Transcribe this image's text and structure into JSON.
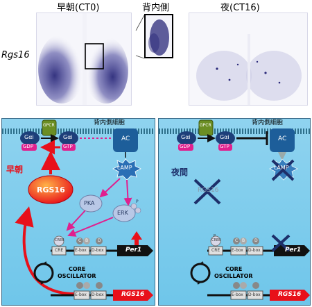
{
  "header": {
    "morning_title": "早朝(CT0)",
    "night_title": "夜(CT16)",
    "zoom_label": "背内側",
    "gene_label": "Rgs16"
  },
  "left_panel": {
    "region": "背内側細胞",
    "gpcr": "GPCR",
    "gai1": "Gαi",
    "gai2": "Gαi",
    "gdp": "GDP",
    "gtp": "GTP",
    "ac": "AC",
    "camp": "cAMP",
    "pka": "PKA",
    "erk": "ERK",
    "phospho": "P",
    "creb": "CREB",
    "cre": "CRE",
    "ebox1": "E-box",
    "dbox1": "D-box",
    "per1": "Per1",
    "core_line1": "CORE",
    "core_line2": "OSCILLATOR",
    "ebox2": "E-box",
    "dbox2": "D-box",
    "rgs16_gene": "RGS16",
    "rgs16_protein": "RGS16",
    "state_label": "早朝",
    "c_badge": "C",
    "b_badge": "B",
    "d_badge": "D"
  },
  "right_panel": {
    "region": "背内側細胞",
    "gpcr": "GPCR",
    "gai1": "Gαi",
    "gai2": "Gαi",
    "gdp": "GDP",
    "gtp": "GTP",
    "ac": "AC",
    "camp": "cAMP",
    "phospho": "P",
    "creb": "CREB",
    "cre": "CRE",
    "ebox1": "E-box",
    "dbox1": "D-box",
    "per1": "Per1",
    "core_line1": "CORE",
    "core_line2": "OSCILLATOR",
    "ebox2": "E-box",
    "dbox2": "D-box",
    "rgs16_gene": "RGS16",
    "rgs16_faded": "RGS16",
    "state_label": "夜間",
    "c_badge": "C",
    "b_badge": "B",
    "d_badge": "D"
  },
  "colors": {
    "accent_red": "#e8101a",
    "magenta": "#e0208e",
    "navy": "#1d3f7a",
    "cytoplasm": "#7fcdee",
    "stain": "#2b2a7a"
  }
}
